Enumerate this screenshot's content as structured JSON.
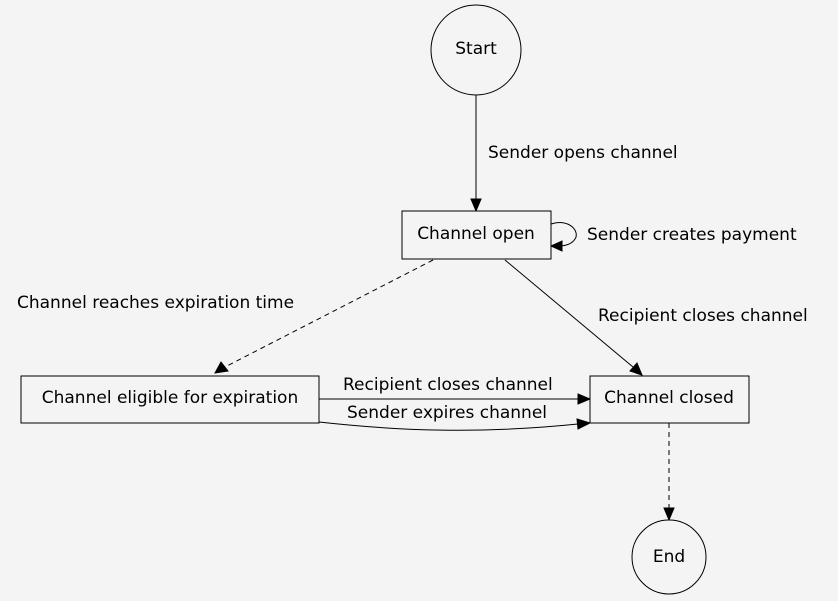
{
  "diagram": {
    "nodes": {
      "start": "Start",
      "channel_open": "Channel open",
      "eligible": "Channel eligible for expiration",
      "closed": "Channel closed",
      "end": "End"
    },
    "edges": {
      "sender_opens": "Sender opens channel",
      "sender_creates_payment": "Sender creates payment",
      "reaches_expiration": "Channel reaches expiration time",
      "recipient_closes_from_open": "Recipient closes channel",
      "recipient_closes_from_eligible": "Recipient closes channel",
      "sender_expires": "Sender expires channel",
      "closed_to_end": ""
    },
    "colors": {
      "background": "#f4f4f4",
      "stroke": "#000000",
      "text": "#000000"
    }
  }
}
